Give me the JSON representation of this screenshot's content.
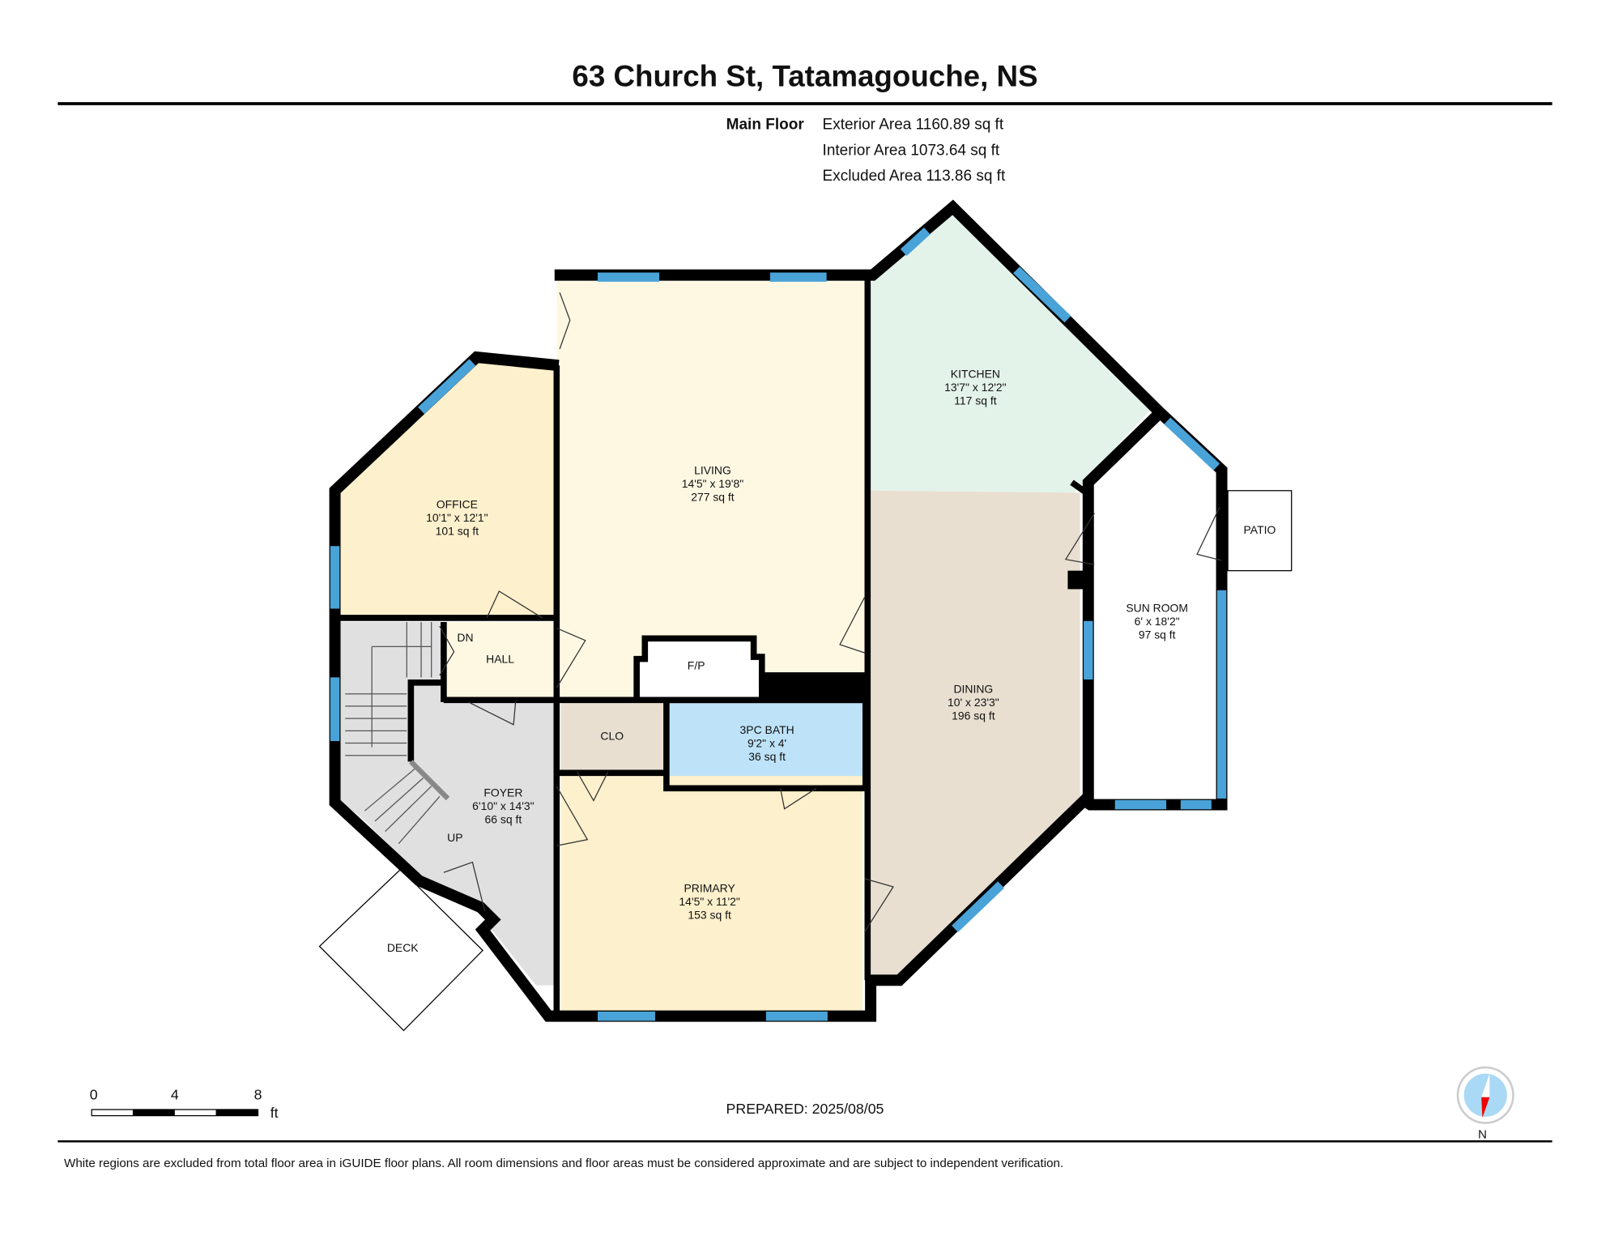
{
  "title": "63 Church St, Tatamagouche, NS",
  "floor_summary": {
    "floor_label": "Main Floor",
    "exterior_area": "Exterior Area 1160.89 sq ft",
    "interior_area": "Interior Area 1073.64 sq ft",
    "excluded_area": "Excluded Area 113.86 sq ft"
  },
  "rooms": {
    "living": {
      "name": "LIVING",
      "dims": "14'5\" x 19'8\"",
      "area": "277 sq ft"
    },
    "kitchen": {
      "name": "KITCHEN",
      "dims": "13'7\" x 12'2\"",
      "area": "117 sq ft"
    },
    "office": {
      "name": "OFFICE",
      "dims": "10'1\" x 12'1\"",
      "area": "101 sq ft"
    },
    "dining": {
      "name": "DINING",
      "dims": "10' x 23'3\"",
      "area": "196 sq ft"
    },
    "sunroom": {
      "name": "SUN ROOM",
      "dims": "6' x 18'2\"",
      "area": "97 sq ft"
    },
    "bath": {
      "name": "3PC BATH",
      "dims": "9'2\" x 4'",
      "area": "36 sq ft"
    },
    "foyer": {
      "name": "FOYER",
      "dims": "6'10\" x 14'3\"",
      "area": "66 sq ft"
    },
    "primary": {
      "name": "PRIMARY",
      "dims": "14'5\" x 11'2\"",
      "area": "153 sq ft"
    },
    "hall": {
      "name": "HALL"
    },
    "clo": {
      "name": "CLO"
    },
    "fp": {
      "name": "F/P"
    },
    "patio": {
      "name": "PATIO"
    },
    "deck": {
      "name": "DECK"
    },
    "dn": "DN",
    "up": "UP"
  },
  "colors": {
    "living": "#fef8e3",
    "kitchen": "#e4f3ea",
    "office": "#fdf0cc",
    "dining": "#e8dfd1",
    "bath": "#bee3f8",
    "foyer": "#e0e0e0",
    "primary": "#fdf0cc",
    "clo": "#e8dfd1",
    "window": "#4aa3d8"
  },
  "scale_bar": {
    "ticks": [
      "0",
      "4",
      "8"
    ],
    "unit": "ft"
  },
  "prepared": "PREPARED: 2025/08/05",
  "compass": {
    "label": "N",
    "icon": "compass-icon"
  },
  "disclaimer": "White regions are excluded from total floor area in iGUIDE floor plans. All room dimensions and floor areas must be considered approximate and are subject to independent verification."
}
